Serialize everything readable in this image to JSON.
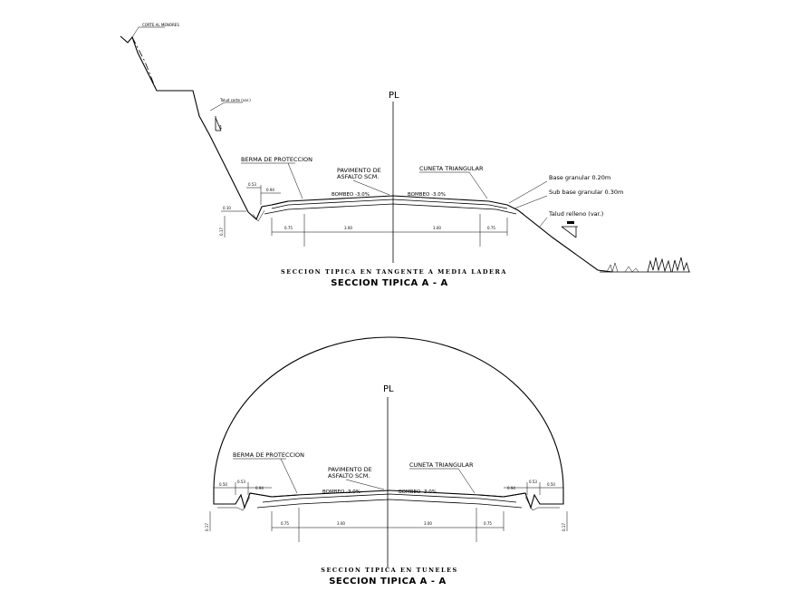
{
  "top_section": {
    "pl_label": "PL",
    "labels": {
      "top_note": "CORTE AL MENORES",
      "cut_note": "Talud corte (var.)",
      "slope_ratio": "1",
      "berma": "BERMA DE PROTECCION",
      "pavimento_1": "PAVIMENTO DE",
      "pavimento_2": "ASFALTO SCM.",
      "cuneta": "CUNETA TRIANGULAR",
      "base": "Base granular 0.20m",
      "subbase": "Sub base granular 0.30m",
      "talud_relleno": "Talud relleno (var.)",
      "bombeo_left": "BOMBEO -3.0%",
      "bombeo_right": "BOMBEO -3.0%"
    },
    "dims": {
      "d053": "0.53",
      "d094": "0.94",
      "d010": "0.10",
      "d017": "0.17",
      "d075_left": "0.75",
      "d300_left": "3.00",
      "d300_right": "3.00",
      "d075_right": "0.75"
    },
    "caption_sub": "SECCION TIPICA EN TANGENTE A MEDIA LADERA",
    "caption_main": "SECCION TIPICA  A - A"
  },
  "bottom_section": {
    "pl_label": "PL",
    "labels": {
      "berma": "BERMA DE PROTECCION",
      "pavimento_1": "PAVIMENTO DE",
      "pavimento_2": "ASFALTO SCM.",
      "cuneta": "CUNETA TRIANGULAR",
      "bombeo_left": "BOMBEO -3.0%",
      "bombeo_right": "BOMBEO -3.0%"
    },
    "dims": {
      "d050_left": "0.50",
      "d053_left": "0.53",
      "d094_left": "0.94",
      "d017_left": "0.17",
      "d075_left": "0.75",
      "d300_left": "3.00",
      "d300_right": "3.00",
      "d075_right": "0.75",
      "d094_right": "0.94",
      "d053_right": "0.53",
      "d050_right": "0.50",
      "d017_right": "0.17"
    },
    "caption_sub": "SECCION TIPICA EN TUNELES",
    "caption_main": "SECCION TIPICA  A - A"
  }
}
